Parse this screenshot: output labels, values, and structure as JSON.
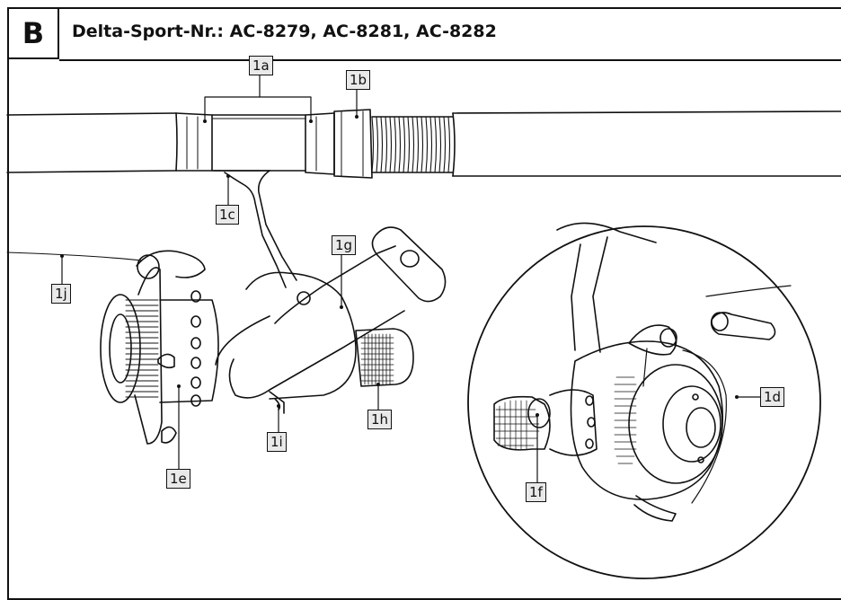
{
  "section": {
    "letter": "B"
  },
  "title": "Delta-Sport-Nr.: AC-8279, AC-8281, AC-8282",
  "callouts": {
    "c1a": "1a",
    "c1b": "1b",
    "c1c": "1c",
    "c1d": "1d",
    "c1e": "1e",
    "c1f": "1f",
    "c1g": "1g",
    "c1h": "1h",
    "c1i": "1i",
    "c1j": "1j"
  },
  "colors": {
    "line": "#111111",
    "callout_fill": "#e9e9e9",
    "background": "#ffffff"
  }
}
